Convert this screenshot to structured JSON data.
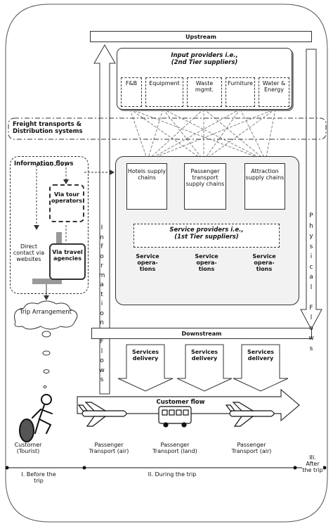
{
  "upstream": "Upstream",
  "downstream": "Downstream",
  "input_providers": {
    "line1": "Input providers i.e.,",
    "line2": "(2nd Tier suppliers)"
  },
  "input_items": [
    "F&B",
    "Equipment",
    "Waste mgmt.",
    "Furniture",
    "Water & Energy"
  ],
  "freight": {
    "line1": "Freight transports &",
    "line2": "Distribution systems"
  },
  "information_flows": "Information flows",
  "via_tour": "Via tour operators",
  "via_travel": "Via travel agencies",
  "direct_contact": "Direct contact via websites",
  "supply_chains": [
    "Hotels supply chains",
    "Passenger transport supply chains",
    "Attraction supply chains"
  ],
  "service_providers": {
    "line1": "Service providers i.e.,",
    "line2": "(1st Tier suppliers)"
  },
  "service_operations": "Service opera- tions",
  "information_vertical": [
    "I",
    "n",
    "f",
    "o",
    "r",
    "m",
    "a",
    "t",
    "i",
    "o",
    "n",
    "",
    "F",
    "l",
    "o",
    "w",
    "s"
  ],
  "physical_vertical": [
    "P",
    "h",
    "y",
    "s",
    "i",
    "c",
    "a",
    "l",
    "",
    "F",
    "l",
    "o",
    "w",
    "s"
  ],
  "trip_arrangement": "Trip Arrangement",
  "services_delivery": "Services delivery",
  "customer_flow": "Customer flow",
  "customer": "Customer (Tourist)",
  "transport_labels": [
    "Passenger Transport (air)",
    "Passenger Transport (land)",
    "Passenger Transport (air)"
  ],
  "phases": [
    "I. Before the trip",
    "II. During the trip",
    "III. After the trip"
  ]
}
